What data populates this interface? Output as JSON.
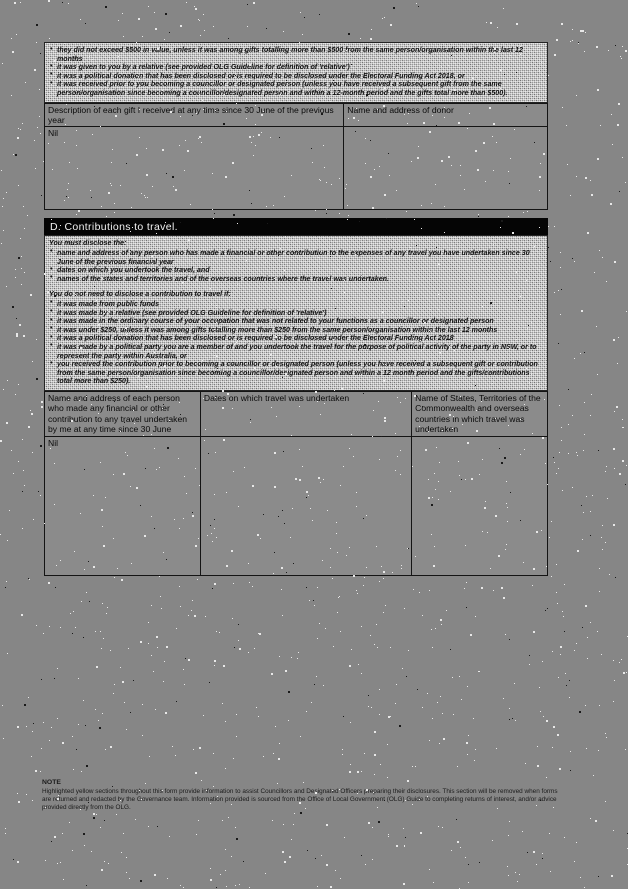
{
  "document": {
    "type": "return-of-interest-form",
    "background_color": "#868686",
    "highlight_note_color": "#FFFF00"
  },
  "gift_exemptions": {
    "items": [
      "they did not exceed $500 in value, unless it was among gifts totalling more than $500 from the same person/organisation within the last 12 months",
      "it was given to you by a relative (see provided OLG Guideline for definition of 'relative')",
      "it was a political donation that has been disclosed or is required to be disclosed under the Electoral Funding Act 2018, or",
      "it was received prior to you becoming a councillor or designated person (unless you have received a subsequent gift from the same person/organisation since becoming a councillor/designated person and within a 12-month period and the gifts total more than $500)."
    ]
  },
  "gift_table": {
    "headers": [
      "Description of each gift I received at any time since 30 June of the previous year",
      "Name and address of donor"
    ],
    "rows": [
      [
        "Nil",
        ""
      ]
    ]
  },
  "section_d": {
    "title": "D. Contributions to travel.",
    "must_disclose_intro": "You must disclose the:",
    "must_disclose_items": [
      "name and address of any person who has made a financial or other contribution to the expenses of any travel you have undertaken since 30 June of the previous financial year",
      "dates on which you undertook the travel, and",
      "names of the states and territories and of the overseas countries where the travel was undertaken."
    ],
    "no_disclose_intro": "You do not need to disclose a contribution to travel if:",
    "no_disclose_items": [
      "it was made from public funds",
      "it was made by a relative (see provided OLG Guideline for definition of 'relative')",
      "it was made in the ordinary course of your occupation that was not related to your functions as a councillor or designated person",
      "it was under $250, unless it was among gifts totalling more than $250 from the same person/organisation within the last 12 months",
      "it was a political donation that has been disclosed or is required to be disclosed under the Electoral Funding Act 2018",
      "it was made by a political party you are a member of and you undertook the travel for the purpose of political activity of the party in NSW, or to represent the party within Australia, or",
      "you received the contribution prior to becoming a councillor or designated person (unless you have received a subsequent gift or contribution from the same person/organisation since becoming a councillor/designated person and within a 12 month period and the gifts/contributions total more than $250)."
    ]
  },
  "travel_table": {
    "headers": [
      "Name and address of each person who made any financial or other contribution to any travel undertaken by me at any time since 30 June",
      "Dates on which travel was undertaken",
      "Name of States, Territories of the Commonwealth and overseas countries in which travel was undertaken"
    ],
    "rows": [
      [
        "Nil",
        "",
        ""
      ]
    ]
  },
  "note": {
    "title": "NOTE",
    "body": "Highlighted yellow sections throughout this form provide information to assist Councillors and Designated Officers preparing their disclosures. This section will be removed when forms are returned and redacted by the Governance team. Information provided is sourced from the Office of Local Government (OLG) Guide to completing returns of interest, and/or advice provided directly from the OLG."
  }
}
